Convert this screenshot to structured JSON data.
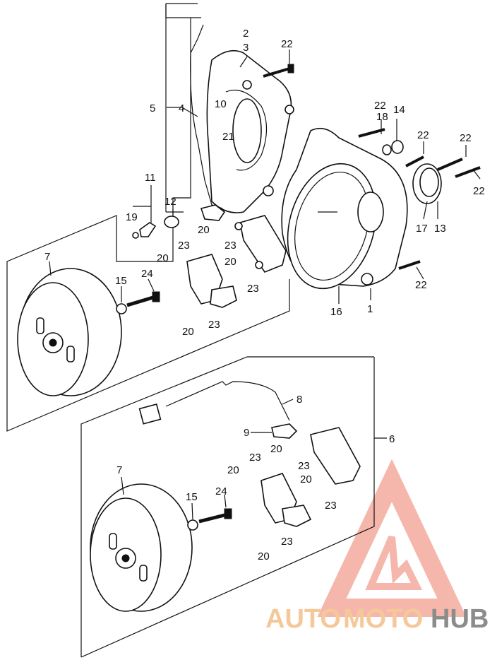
{
  "callouts": {
    "c1": "1",
    "c2": "2",
    "c3": "3",
    "c4": "4",
    "c5": "5",
    "c6": "6",
    "c7a": "7",
    "c7b": "7",
    "c8": "8",
    "c9": "9",
    "c10": "10",
    "c11": "11",
    "c12": "12",
    "c13": "13",
    "c14": "14",
    "c15a": "15",
    "c15b": "15",
    "c16": "16",
    "c17": "17",
    "c18": "18",
    "c19": "19",
    "c20a": "20",
    "c20b": "20",
    "c20c": "20",
    "c20d": "20",
    "c20e": "20",
    "c20f": "20",
    "c20g": "20",
    "c20h": "20",
    "c21": "21",
    "c22a": "22",
    "c22b": "22",
    "c22c": "22",
    "c22d": "22",
    "c22e": "22",
    "c22f": "22",
    "c23a": "23",
    "c23b": "23",
    "c23c": "23",
    "c23d": "23",
    "c23e": "23",
    "c23f": "23",
    "c23g": "23",
    "c23h": "23",
    "c24a": "24",
    "c24b": "24"
  },
  "watermark": {
    "brand_part1": "AUTO",
    "brand_part2": "MOTO",
    "brand_part3": "HUB",
    "color_primary": "#f2a090",
    "color_secondary": "#f5c89a",
    "color_dark": "#8c8c8c"
  }
}
